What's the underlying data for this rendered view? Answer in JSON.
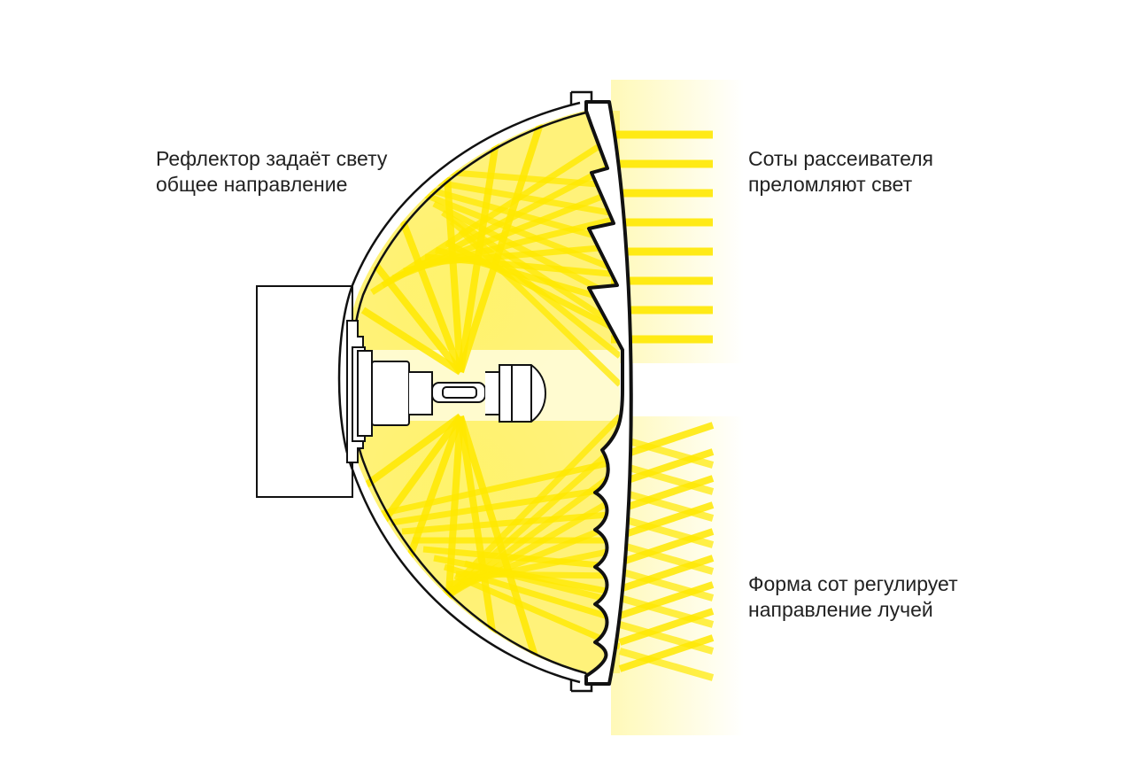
{
  "labels": {
    "reflector": {
      "line1": "Рефлектор задаёт свету",
      "line2": "общее направление"
    },
    "cells": {
      "line1": "Соты рассеивателя",
      "line2": "преломляют свет"
    },
    "shape": {
      "line1": "Форма сот регулирует",
      "line2": "направление лучей"
    }
  },
  "colors": {
    "light": "#ffe800",
    "light_soft": "#fff6a0",
    "outline": "#111111",
    "text": "#222222"
  },
  "icons": {
    "lamp": "headlamp-bulb-icon"
  }
}
